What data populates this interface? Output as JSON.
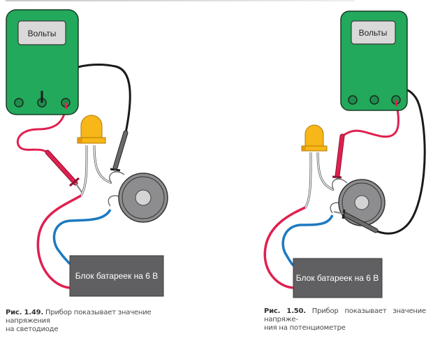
{
  "figures": [
    {
      "id": "1.49",
      "meter_label": "Вольты",
      "battery_label": "Блок батареек на 6 В",
      "caption_prefix": "Рис. 1.49.",
      "caption_line1": "Прибор показывает значение напряжения",
      "caption_line2": "на светодиоде"
    },
    {
      "id": "1.50",
      "meter_label": "Вольты",
      "battery_label": "Блок батареек на 6 В",
      "caption_prefix": "Рис. 1.50.",
      "caption_line1": "Прибор показывает значение напряже-",
      "caption_line2": "ния на потенциометре"
    }
  ],
  "colors": {
    "meter_body": "#22a95b",
    "meter_display": "#d9d9d9",
    "led": "#f7b719",
    "battery": "#606062",
    "wire_red": "#e0204f",
    "wire_blue": "#1d79c0",
    "wire_black": "#1a1a1a",
    "pot": "#8d8d8f"
  }
}
